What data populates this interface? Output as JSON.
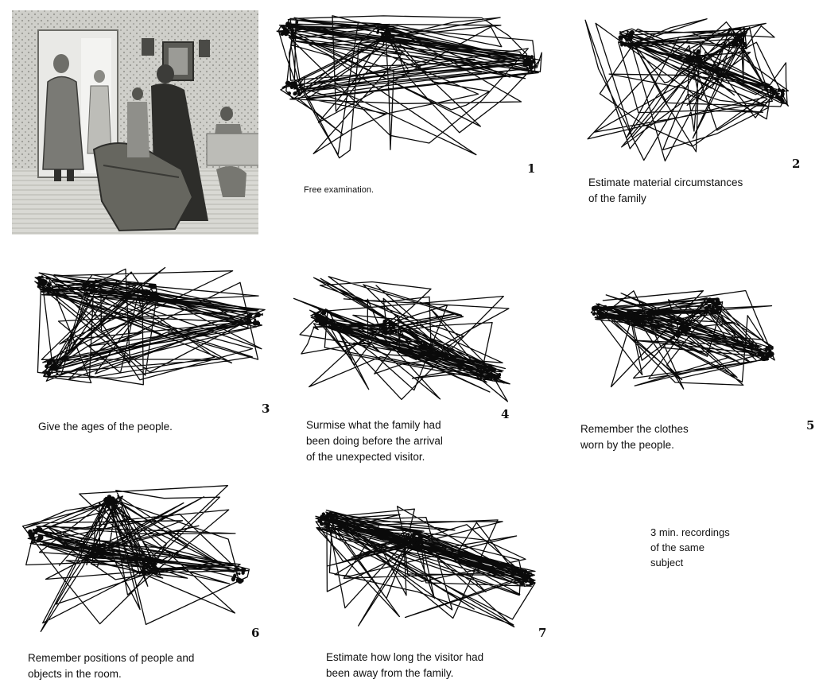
{
  "captions": {
    "c1": "Free examination.",
    "c2": "Estimate material circumstances\nof the family",
    "c3": "Give the ages of the people.",
    "c4": "Surmise what the family had\nbeen doing before the arrival\nof the unexpected visitor.",
    "c5": "Remember the clothes\nworn by the people.",
    "c6": "Remember positions of people and\nobjects in the room.",
    "c7": "Estimate how long the visitor had\nbeen away from the family.",
    "note": "3 min. recordings\nof the same\nsubject"
  },
  "numbers": {
    "n1": "1",
    "n2": "2",
    "n3": "3",
    "n4": "4",
    "n5": "5",
    "n6": "6",
    "n7": "7"
  },
  "colors": {
    "ink": "#0a0a0a",
    "background": "#ffffff",
    "painting_tone": "#8a8a86"
  },
  "icons": {
    "painting": "unexpected-visitor-painting"
  }
}
